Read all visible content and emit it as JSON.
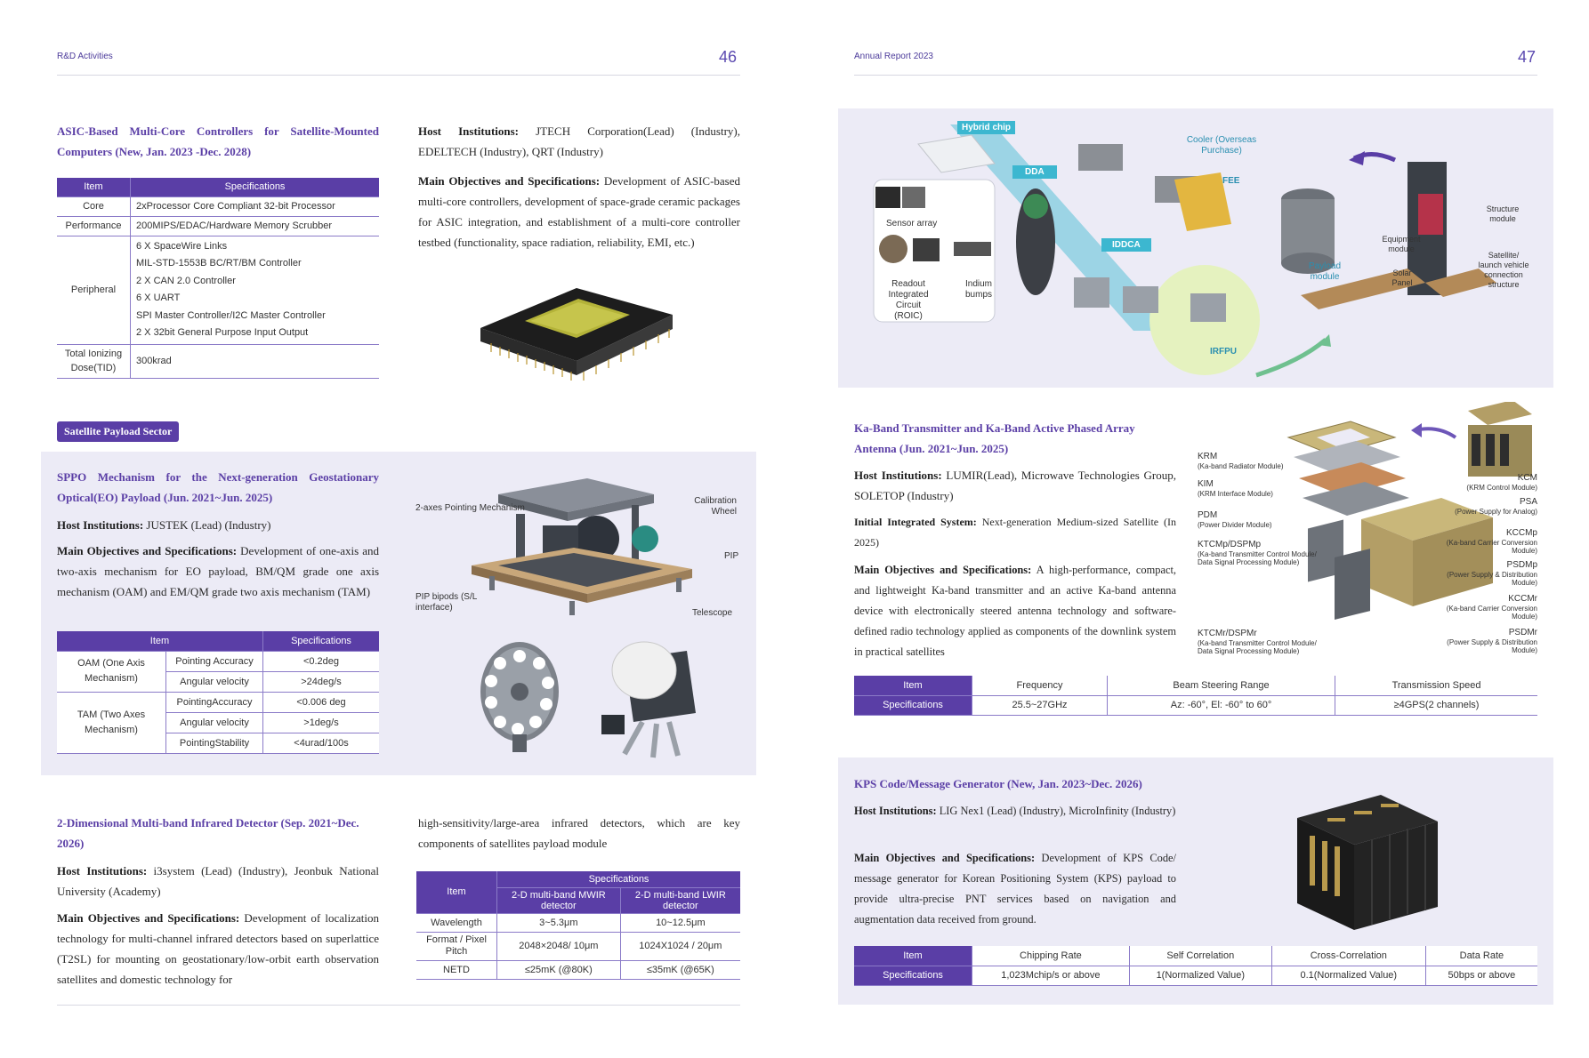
{
  "left_page": {
    "header": "R&D Activities",
    "page_number": "46",
    "asic": {
      "title": "ASIC-Based Multi-Core Controllers for Satellite-Mounted Computers (New, Jan. 2023 -Dec. 2028)",
      "host_label": "Host Institutions:",
      "host_text": "JTECH Corporation(Lead) (Industry), EDELTECH (Industry), QRT (Industry)",
      "obj_label": "Main Objectives and Specifications:",
      "obj_text": "Development of ASIC-based multi-core controllers, development of space-grade ceramic packages for ASIC integration, and establishment of a multi-core controller testbed (functionality, space radiation, reliability, EMI, etc.)",
      "table": {
        "headers": [
          "Item",
          "Specifications"
        ],
        "core": [
          "Core",
          "2xProcessor Core Compliant 32-bit Processor"
        ],
        "performance": [
          "Performance",
          "200MIPS/EDAC/Hardware Memory Scrubber"
        ],
        "peripheral_label": "Peripheral",
        "peripheral_items": [
          "6 X SpaceWire Links",
          "MIL-STD-1553B BC/RT/BM Controller",
          "2 X CAN 2.0 Controller",
          "6 X UART",
          "SPI Master Controller/I2C Master Controller",
          "2 X 32bit General Purpose Input Output"
        ],
        "tid": [
          "Total Ionizing Dose(TID)",
          "300krad"
        ]
      }
    },
    "sector_tag": "Satellite Payload Sector",
    "sppo": {
      "title": "SPPO Mechanism for the Next-generation Geostationary Optical(EO) Payload (Jun. 2021~Jun. 2025)",
      "host_label": "Host Institutions:",
      "host_text": "JUSTEK (Lead) (Industry)",
      "obj_label": "Main Objectives and Specifications:",
      "obj_text": "Development of one-axis and two-axis mechanism for EO payload, BM/QM grade one axis mechanism (OAM) and EM/QM grade two axis mechanism (TAM)",
      "table": {
        "headers": [
          "Item",
          "Specifications"
        ],
        "oam_label": "OAM (One Axis Mechanism)",
        "oam_rows": [
          [
            "Pointing Accuracy",
            "<0.2deg"
          ],
          [
            "Angular velocity",
            ">24deg/s"
          ]
        ],
        "tam_label": "TAM (Two Axes Mechanism)",
        "tam_rows": [
          [
            "PointingAccuracy",
            "<0.006 deg"
          ],
          [
            "Angular velocity",
            ">1deg/s"
          ],
          [
            "PointingStability",
            "<4urad/100s"
          ]
        ]
      },
      "figure_labels": {
        "two_axes": "2-axes Pointing Mechanism",
        "calibration": "Calibration Wheel",
        "pip": "PIP",
        "pip_bipods": "PIP bipods (S/L interface)",
        "telescope": "Telescope"
      }
    },
    "ir": {
      "title": "2-Dimensional Multi-band Infrared Detector (Sep. 2021~Dec. 2026)",
      "host_label": "Host Institutions:",
      "host_text": "i3system (Lead) (Industry), Jeonbuk National University (Academy)",
      "obj_label": "Main Objectives and Specifications:",
      "obj_text": "Development of localization technology for multi-channel infrared detectors based on superlattice (T2SL) for mounting on geostationary/low-orbit earth observation satellites and domestic technology for",
      "continuation": "high-sensitivity/large-area infrared detectors, which are key components of satellites payload module",
      "table": {
        "item": "Item",
        "spec": "Specifications",
        "col1": "2-D multi-band MWIR detector",
        "col2": "2-D multi-band LWIR detector",
        "rows": [
          [
            "Wavelength",
            "3~5.3μm",
            "10~12.5μm"
          ],
          [
            "Format / Pixel Pitch",
            "2048×2048/ 10μm",
            "1024X1024 / 20μm"
          ],
          [
            "NETD",
            "≤25mK (@80K)",
            "≤35mK (@65K)"
          ]
        ]
      }
    }
  },
  "right_page": {
    "header": "Annual Report 2023",
    "page_number": "47",
    "ir_figure": {
      "hybrid_chip": "Hybrid chip",
      "dda": "DDA",
      "iddca": "IDDCA",
      "cooler": "Cooler (Overseas Purchase)",
      "fee": "FEE",
      "sensor_array": "Sensor array",
      "roic": "Readout Integrated Circuit (ROIC)",
      "indium": "Indium bumps",
      "irfpu": "IRFPU",
      "payload": "Payload module",
      "equipment": "Equipment module",
      "solar": "Solar Panel",
      "structure": "Structure module",
      "satellite_launch": "Satellite/ launch vehicle connection structure"
    },
    "ka": {
      "title": "Ka-Band Transmitter and Ka-Band Active Phased Array Antenna (Jun. 2021~Jun. 2025)",
      "host_label": "Host Institutions:",
      "host_text": "LUMIR(Lead), Microwave Technologies Group, SOLETOP (Industry)",
      "init_label": "Initial Integrated System:",
      "init_text": "Next-generation Medium-sized Satellite (In 2025)",
      "obj_label": "Main Objectives and Specifications:",
      "obj_text": "A high-performance, compact, and lightweight Ka-band transmitter and an active Ka-band antenna device with electronically steered antenna technology and software-defined radio technology applied as components of the downlink system in practical satellites",
      "fig_left": [
        [
          "KRM",
          "(Ka-band Radiator Module)"
        ],
        [
          "KIM",
          "(KRM Interface Module)"
        ],
        [
          "PDM",
          "(Power Divider Module)"
        ],
        [
          "KTCMp/DSPMp",
          "(Ka-band Transmitter Control Module/ Data Signal Processing Module)"
        ],
        [
          "KTCMr/DSPMr",
          "(Ka-band Transmitter Control Module/ Data Signal Processing Module)"
        ]
      ],
      "fig_right": [
        [
          "KCM",
          "(KRM Control Module)"
        ],
        [
          "PSA",
          "(Power Supply for Analog)"
        ],
        [
          "KCCMp",
          "(Ka-band Carrier Conversion Module)"
        ],
        [
          "PSDMp",
          "(Power Supply & Distribution Module)"
        ],
        [
          "KCCMr",
          "(Ka-band Carrier Conversion Module)"
        ],
        [
          "PSDMr",
          "(Power Supply & Distribution Module)"
        ]
      ],
      "table": {
        "headers": [
          "Item",
          "Frequency",
          "Beam Steering Range",
          "Transmission Speed"
        ],
        "row": [
          "Specifications",
          "25.5~27GHz",
          "Az: -60°, El: -60° to 60°",
          "≥4GPS(2 channels)"
        ]
      }
    },
    "kps": {
      "title": "KPS Code/Message Generator (New, Jan. 2023~Dec. 2026)",
      "host_label": "Host Institutions:",
      "host_text": "LIG Nex1 (Lead) (Industry), MicroInfinity (Industry)",
      "obj_label": "Main Objectives and Specifications:",
      "obj_text": "Development of KPS Code/ message generator for Korean Positioning System (KPS) payload to provide ultra-precise PNT services based on navigation and augmentation data received from ground.",
      "table": {
        "headers": [
          "Item",
          "Chipping Rate",
          "Self Correlation",
          "Cross-Correlation",
          "Data Rate"
        ],
        "row": [
          "Specifications",
          "1,023Mchip/s or above",
          "1(Normalized Value)",
          "0.1(Normalized Value)",
          "50bps or above"
        ]
      }
    }
  },
  "colors": {
    "accent": "#5a3ea6",
    "shade": "#ecebf6",
    "teal": "#3cb7d0"
  }
}
